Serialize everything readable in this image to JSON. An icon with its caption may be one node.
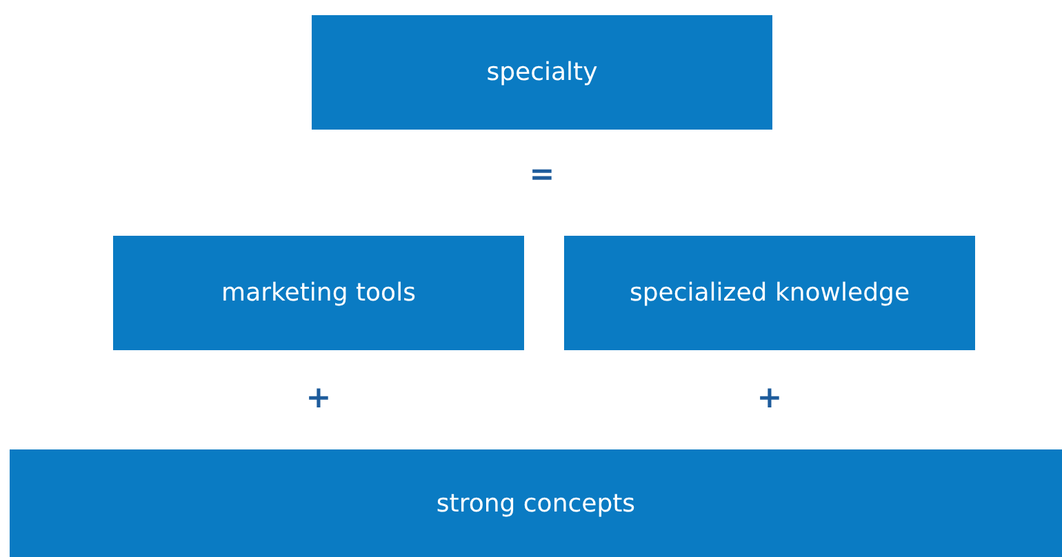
{
  "diagram": {
    "nodes": [
      {
        "text": [
          "specialty"
        ]
      },
      {
        "text": [
          "marketing tools"
        ]
      },
      {
        "text": [
          "specialized knowledge"
        ]
      },
      {
        "text": [
          "strong concepts"
        ]
      }
    ],
    "labels": [
      "=",
      "+",
      "+"
    ]
  }
}
